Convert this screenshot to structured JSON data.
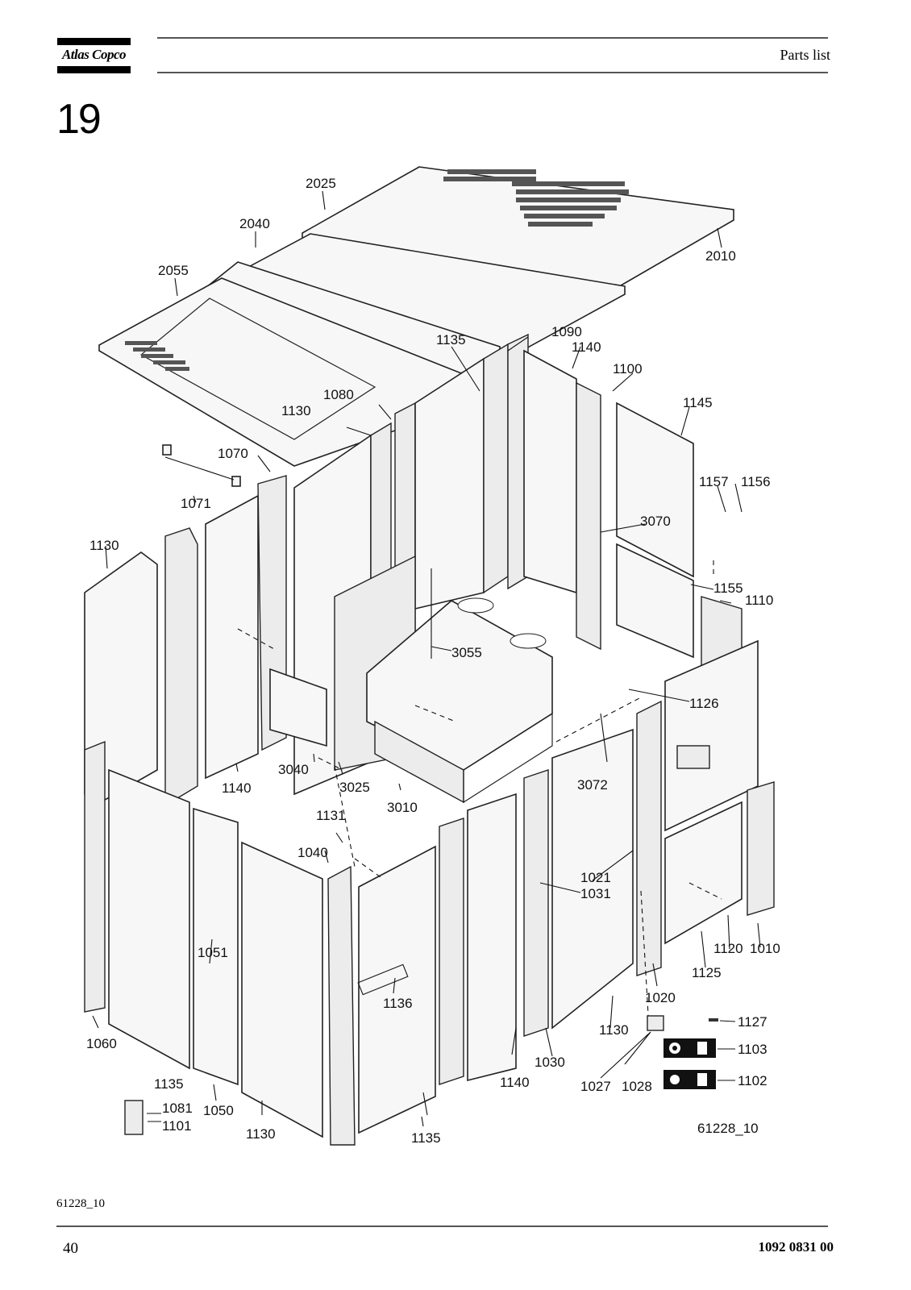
{
  "header": {
    "logo_text": "Atlas Copco",
    "title": "Parts list"
  },
  "section": {
    "number": "19"
  },
  "diagram": {
    "drawing_ref": "61228_10",
    "callouts": [
      "2025",
      "2040",
      "2055",
      "2010",
      "1135",
      "1090",
      "1140",
      "1100",
      "1145",
      "1080",
      "1130",
      "1070",
      "1071",
      "1157",
      "1156",
      "3070",
      "1130",
      "1155",
      "1110",
      "3055",
      "1126",
      "3040",
      "1140",
      "3025",
      "3010",
      "3072",
      "1131",
      "1040",
      "1021",
      "1031",
      "1051",
      "1136",
      "1120",
      "1010",
      "1125",
      "1020",
      "1060",
      "1130",
      "1127",
      "1103",
      "1030",
      "1135",
      "1140",
      "1027",
      "1028",
      "1102",
      "1081",
      "1101",
      "1050",
      "1130",
      "1135"
    ]
  },
  "footer": {
    "figure_ref": "61228_10",
    "page_number": "40",
    "document_number": "1092 0831 00"
  }
}
